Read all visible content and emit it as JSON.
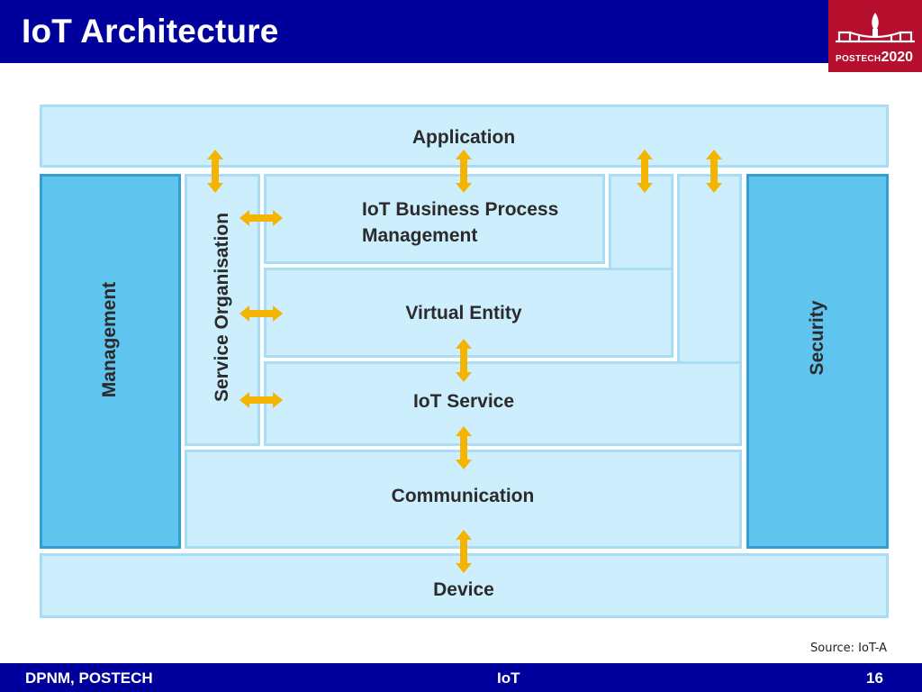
{
  "header": {
    "title": "IoT Architecture"
  },
  "logo": {
    "small_text": "POSTECH",
    "year": "2020"
  },
  "diagram": {
    "application": "Application",
    "business_process_line1": "IoT Business Process",
    "business_process_line2": "Management",
    "virtual_entity": "Virtual Entity",
    "iot_service": "IoT Service",
    "communication": "Communication",
    "device": "Device",
    "management": "Management",
    "service_organisation": "Service Organisation",
    "security": "Security",
    "colors": {
      "light_box": "#cdeefc",
      "dark_box": "#5fc5ef",
      "arrow": "#f5b400"
    }
  },
  "source": "Source: IoT-A",
  "footer": {
    "left": "DPNM, POSTECH",
    "center": "IoT",
    "page": "16"
  }
}
